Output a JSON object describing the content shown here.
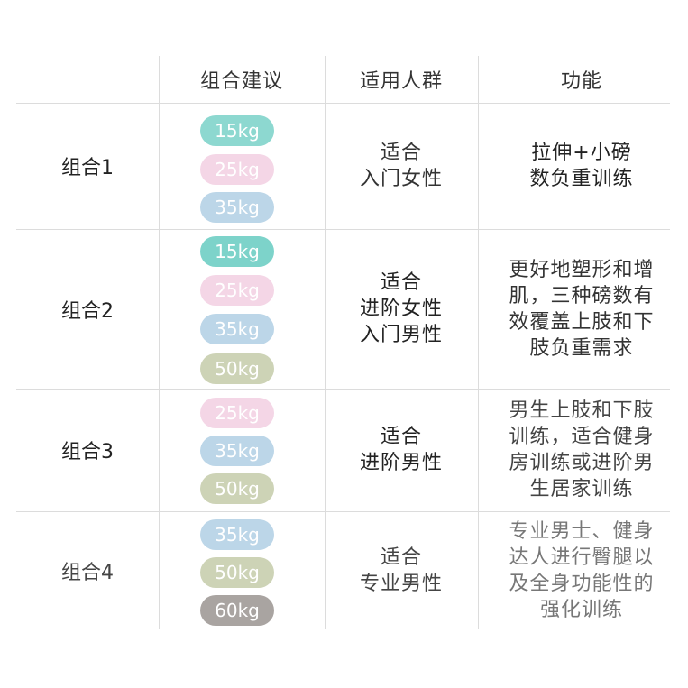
{
  "header": {
    "combo": "组合建议",
    "audience": "适用人群",
    "function": "功能"
  },
  "colors": {
    "15kg": "#8dd8d0",
    "25kg": "#f4d6e6",
    "35kg": "#bcd6e8",
    "50kg": "#cdd3b6",
    "60kg": "#a9a4a1"
  },
  "rows": [
    {
      "name": "组合1",
      "weights": [
        "15kg",
        "25kg",
        "35kg"
      ],
      "audience": "适合\n入门女性",
      "function": "拉伸+小磅\n数负重训练"
    },
    {
      "name": "组合2",
      "weights": [
        "15kg",
        "25kg",
        "35kg",
        "50kg"
      ],
      "audience": "适合\n进阶女性\n入门男性",
      "function": "更好地塑形和增\n肌，三种磅数有\n效覆盖上肢和下\n肢负重需求"
    },
    {
      "name": "组合3",
      "weights": [
        "25kg",
        "35kg",
        "50kg"
      ],
      "audience": "适合\n进阶男性",
      "function": "男生上肢和下肢\n训练，适合健身\n房训练或进阶男\n生居家训练"
    },
    {
      "name": "组合4",
      "weights": [
        "35kg",
        "50kg",
        "60kg"
      ],
      "audience": "适合\n专业男性",
      "function": "专业男士、健身\n达人进行臀腿以\n及全身功能性的\n强化训练"
    }
  ]
}
